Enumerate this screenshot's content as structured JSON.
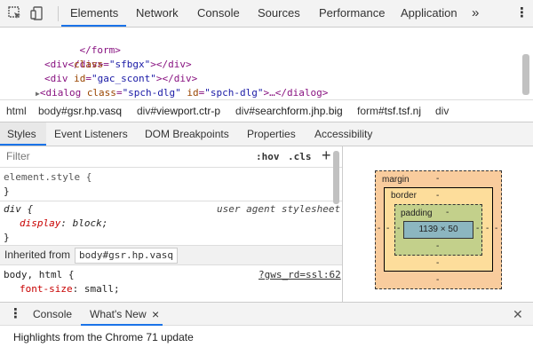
{
  "toolbar": {
    "inspect_icon": "inspect-element-icon",
    "device_icon": "device-toolbar-icon",
    "tabs": [
      "Elements",
      "Network",
      "Console",
      "Sources",
      "Performance",
      "Application"
    ],
    "more_tabs": "»",
    "menu": "⋮"
  },
  "dom": {
    "line1_tag": "</form>",
    "line2_tag": "</div>",
    "line3_open": "<div ",
    "line3_attr": "class",
    "line3_val": "\"sfbgx\"",
    "line3_close": "></div>",
    "line4_open": "<div ",
    "line4_attr": "id",
    "line4_val": "\"gac_scont\"",
    "line4_close": "></div>",
    "line5_arrow": "▶",
    "line5_open": "<dialog ",
    "line5_attr1": "class",
    "line5_val1": "\"spch-dlg\"",
    "line5_attr2": "id",
    "line5_val2": "\"spch-dlg\"",
    "line5_close": ">…</dialog>"
  },
  "breadcrumbs": [
    {
      "a": "html",
      "b": ""
    },
    {
      "a": "body",
      "b": "#gsr.hp.vasq"
    },
    {
      "a": "div",
      "b": "#viewport.ctr-p"
    },
    {
      "a": "div",
      "b": "#searchform.jhp.big"
    },
    {
      "a": "form",
      "b": "#tsf.tsf.nj"
    },
    {
      "a": "div",
      "b": ""
    }
  ],
  "subtabs": [
    "Styles",
    "Event Listeners",
    "DOM Breakpoints",
    "Properties",
    "Accessibility"
  ],
  "styles": {
    "filter_placeholder": "Filter",
    "hov": ":hov",
    "cls": ".cls",
    "add": "+",
    "element_style": "element.style {",
    "close_brace": "}",
    "div_selector": "div {",
    "ua_label": "user agent stylesheet",
    "display_prop": "display",
    "display_val": "block;",
    "inherited_label": "Inherited from",
    "inherited_chip": "body#gsr.hp.vasq",
    "body_selector": "body, html {",
    "body_source": "?gws_rd=ssl:62",
    "font_prop": "font-size",
    "font_val": "small;"
  },
  "box_model": {
    "margin": "margin",
    "border": "border",
    "padding": "padding",
    "content": "1139 × 50",
    "dash": "-"
  },
  "drawer": {
    "menu": "⋮",
    "tabs": [
      "Console",
      "What's New"
    ],
    "close_tab": "×",
    "close_drawer": "✕",
    "headline": "Highlights from the Chrome 71 update"
  },
  "colors": {
    "accent": "#1a73e8",
    "margin": "#f9cc9d",
    "border": "#fddd9b",
    "padding": "#c3d08b",
    "content": "#8cb6c0"
  }
}
